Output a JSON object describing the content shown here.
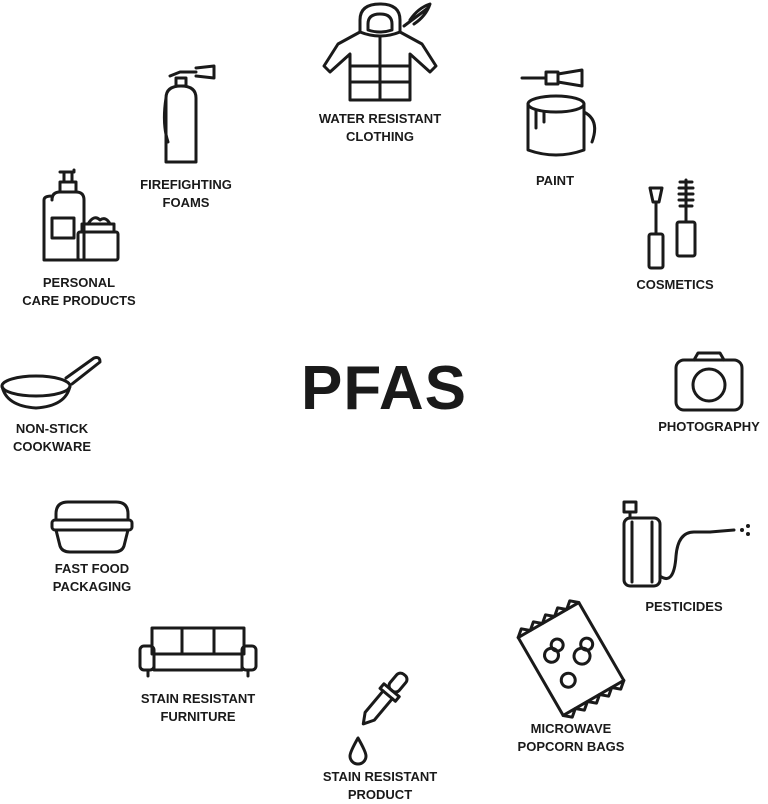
{
  "title": "PFAS",
  "items": [
    {
      "label": "WATER RESISTANT\nCLOTHING",
      "icon": "jacket-icon"
    },
    {
      "label": "PAINT",
      "icon": "paint-can-icon"
    },
    {
      "label": "COSMETICS",
      "icon": "cosmetics-icon"
    },
    {
      "label": "PHOTOGRAPHY",
      "icon": "camera-icon"
    },
    {
      "label": "PESTICIDES",
      "icon": "sprayer-icon"
    },
    {
      "label": "MICROWAVE\nPOPCORN BAGS",
      "icon": "popcorn-bag-icon"
    },
    {
      "label": "STAIN RESISTANT\nPRODUCT",
      "icon": "dropper-icon"
    },
    {
      "label": "STAIN RESISTANT\nFURNITURE",
      "icon": "sofa-icon"
    },
    {
      "label": "FAST FOOD\nPACKAGING",
      "icon": "food-box-icon"
    },
    {
      "label": "NON-STICK\nCOOKWARE",
      "icon": "pan-icon"
    },
    {
      "label": "PERSONAL\nCARE PRODUCTS",
      "icon": "pump-bottle-icon"
    },
    {
      "label": "FIREFIGHTING\nFOAMS",
      "icon": "extinguisher-icon"
    }
  ]
}
